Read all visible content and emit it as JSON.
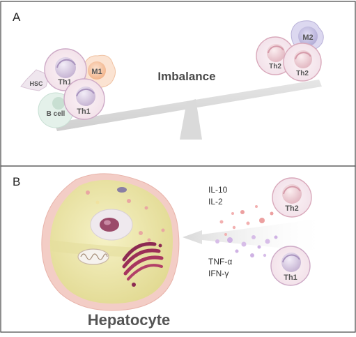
{
  "panels": {
    "a": {
      "label": "A",
      "title": "Imbalance",
      "cells": {
        "hsc": "HSC",
        "th1": "Th1",
        "m1": "M1",
        "bcell": "B cell",
        "th2": "Th2",
        "m2": "M2"
      }
    },
    "b": {
      "label": "B",
      "title": "Hepatocyte",
      "cytokines_top": [
        "IL-10",
        "IL-2"
      ],
      "cytokines_bottom": [
        "TNF-α",
        "IFN-γ"
      ],
      "cells": {
        "th2": "Th2",
        "th1": "Th1"
      }
    }
  },
  "colors": {
    "panel_border": "#444444",
    "th_membrane": "#e7b7c7",
    "th_nucleus": "#c7b5d4",
    "m1": "#f1b88f",
    "m2": "#b9b4d8",
    "bcell": "#cfe6dc",
    "hepatocyte_cytoplasm": "#ece7a8",
    "hepatocyte_membrane": "#f2c8c0",
    "golgi": "#9b2e57",
    "cytokine_red": "#e58a8a",
    "cytokine_purple": "#c8a8dc"
  }
}
